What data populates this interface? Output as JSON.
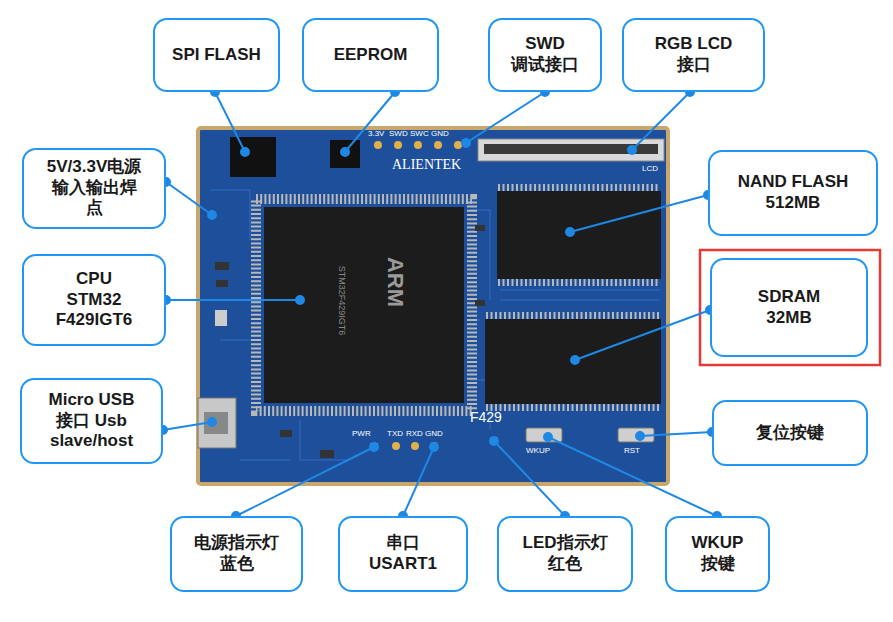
{
  "diagram": {
    "nodes": [
      {
        "text": [
          "SPI FLASH"
        ]
      },
      {
        "text": [
          "EEPROM"
        ]
      },
      {
        "text": [
          "SWD 调试接口"
        ]
      },
      {
        "text": [
          "RGB LCD 接口"
        ]
      },
      {
        "text": [
          "5V/3.3V电源 输入输出焊 点"
        ]
      },
      {
        "text": [
          "NAND FLASH 512MB"
        ]
      },
      {
        "text": [
          "CPU STM32 F429IGT6"
        ]
      },
      {
        "text": [
          "SDRAM 32MB"
        ]
      },
      {
        "text": [
          "Micro USB 接口 Usb slave/host"
        ]
      },
      {
        "text": [
          "复位按键"
        ]
      },
      {
        "text": [
          "电源指示灯 蓝色"
        ]
      },
      {
        "text": [
          "串口 USART1"
        ]
      },
      {
        "text": [
          "LED指示灯 红色"
        ]
      },
      {
        "text": [
          "WKUP 按键"
        ]
      }
    ],
    "labels": [
      "ALIENTEK",
      "LCD",
      "3.3V",
      "SWD",
      "SWC",
      "GND",
      "ARM",
      "STM32F429IGT6",
      "F429",
      "PWR",
      "TXD",
      "RXD",
      "GND",
      "WKUP",
      "RST"
    ]
  }
}
